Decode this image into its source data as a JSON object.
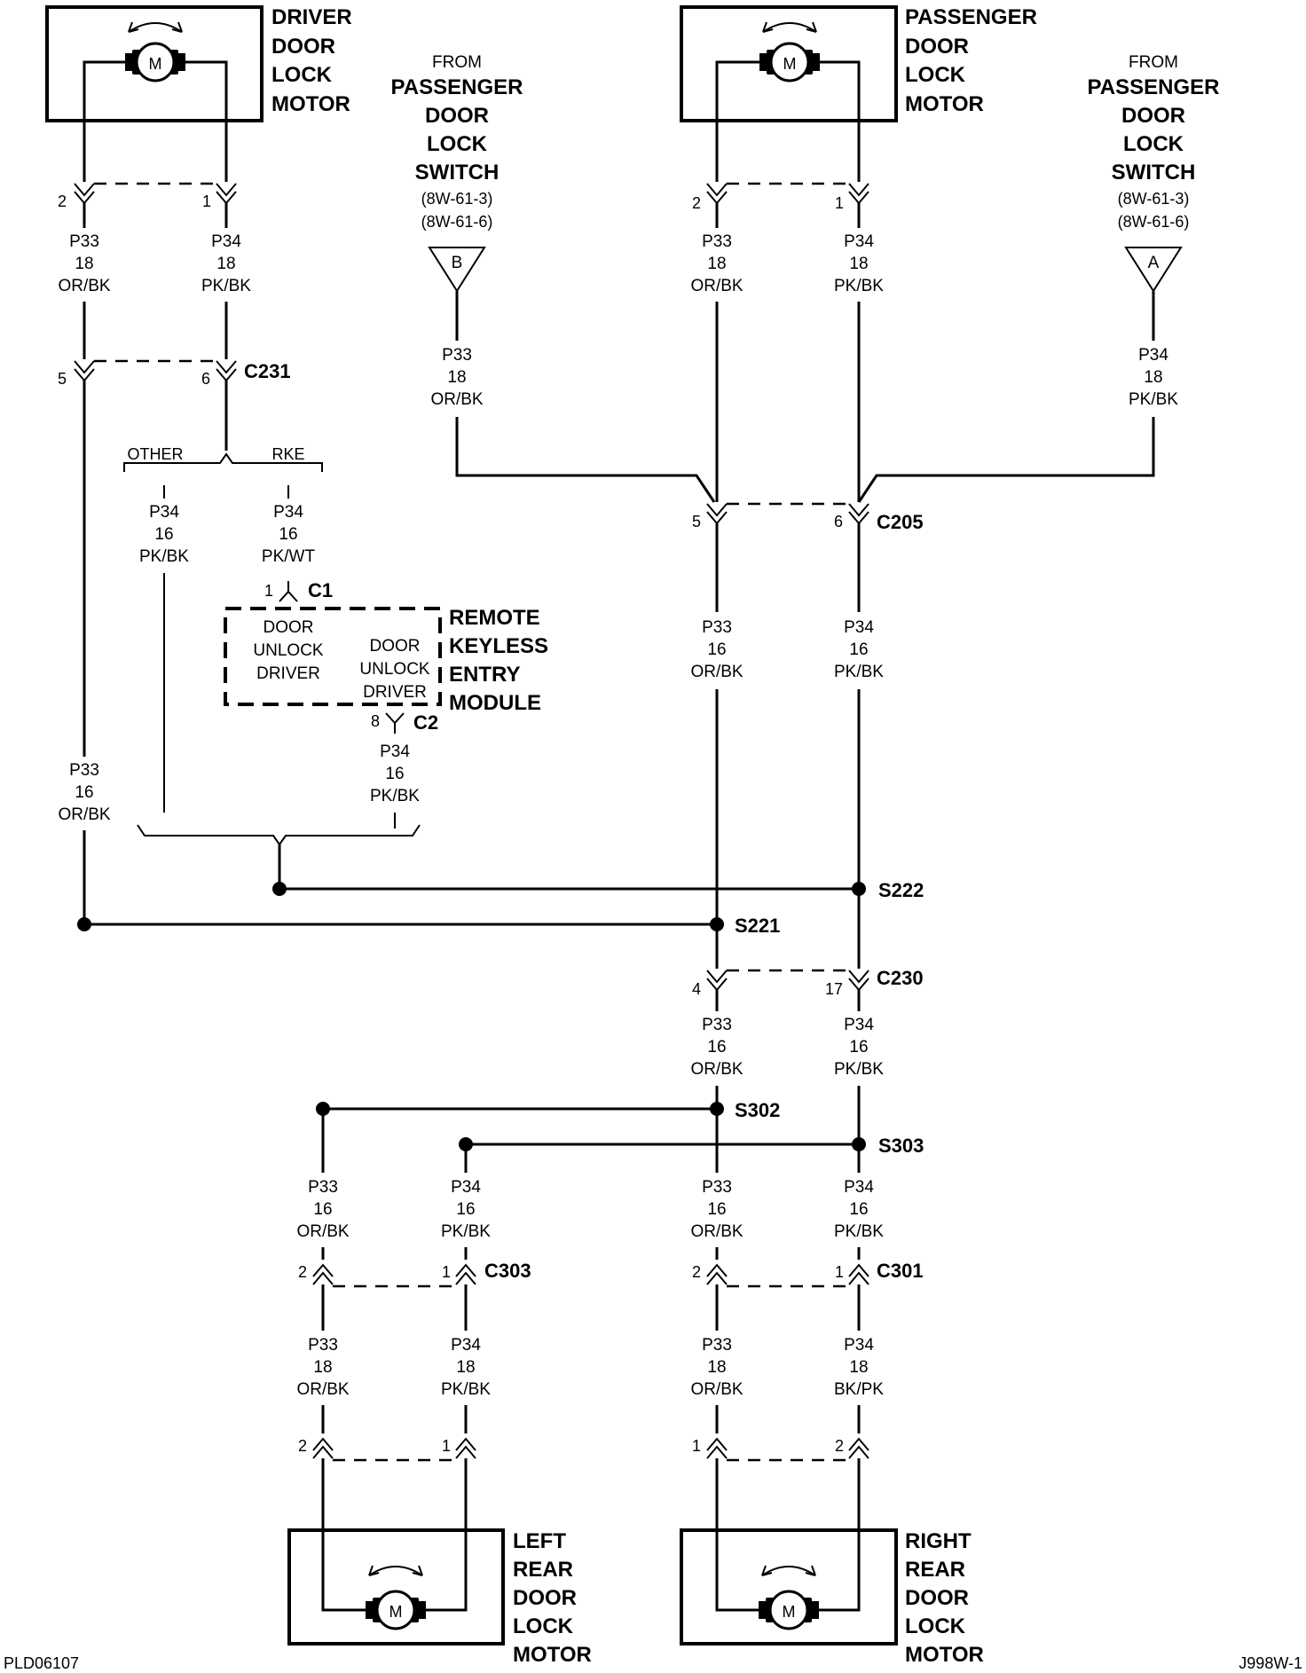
{
  "components": {
    "driver_motor": [
      "DRIVER",
      "DOOR",
      "LOCK",
      "MOTOR"
    ],
    "passenger_motor": [
      "PASSENGER",
      "DOOR",
      "LOCK",
      "MOTOR"
    ],
    "left_rear_motor": [
      "LEFT",
      "REAR",
      "DOOR",
      "LOCK",
      "MOTOR"
    ],
    "right_rear_motor": [
      "RIGHT",
      "REAR",
      "DOOR",
      "LOCK",
      "MOTOR"
    ],
    "rke_module": [
      "REMOTE",
      "KEYLESS",
      "ENTRY",
      "MODULE"
    ],
    "motor_symbol": "M"
  },
  "switch_from": {
    "from": "FROM",
    "name": [
      "PASSENGER",
      "DOOR",
      "LOCK",
      "SWITCH"
    ],
    "refs": [
      "(8W-61-3)",
      "(8W-61-6)"
    ],
    "left_tag": "B",
    "right_tag": "A"
  },
  "rke": {
    "driver1": [
      "DOOR",
      "UNLOCK",
      "DRIVER"
    ],
    "driver2": [
      "DOOR",
      "UNLOCK",
      "DRIVER"
    ],
    "other": "OTHER",
    "rke": "RKE"
  },
  "connectors": {
    "c231": "C231",
    "c205": "C205",
    "c1": "C1",
    "c2": "C2",
    "c230": "C230",
    "c303": "C303",
    "c301": "C301"
  },
  "splices": {
    "s221": "S221",
    "s222": "S222",
    "s302": "S302",
    "s303": "S303"
  },
  "pins": {
    "drv_l": "2",
    "drv_r": "1",
    "c231_l": "5",
    "c231_r": "6",
    "pass_l": "2",
    "pass_r": "1",
    "c205_l": "5",
    "c205_r": "6",
    "c1": "1",
    "c2": "8",
    "c230_l": "4",
    "c230_r": "17",
    "c303_l": "2",
    "c303_r": "1",
    "c301_l": "2",
    "c301_r": "1",
    "lr_l": "2",
    "lr_r": "1",
    "rr_l": "1",
    "rr_r": "2"
  },
  "wires": {
    "p33_18_orbk": [
      "P33",
      "18",
      "OR/BK"
    ],
    "p34_18_pkbk": [
      "P34",
      "18",
      "PK/BK"
    ],
    "p33_16_orbk": [
      "P33",
      "16",
      "OR/BK"
    ],
    "p34_16_pkbk": [
      "P34",
      "16",
      "PK/BK"
    ],
    "p34_16_pkwt": [
      "P34",
      "16",
      "PK/WT"
    ],
    "p34_18_bkpk": [
      "P34",
      "18",
      "BK/PK"
    ]
  },
  "footer": {
    "left": "PLD06107",
    "right": "J998W-1"
  }
}
